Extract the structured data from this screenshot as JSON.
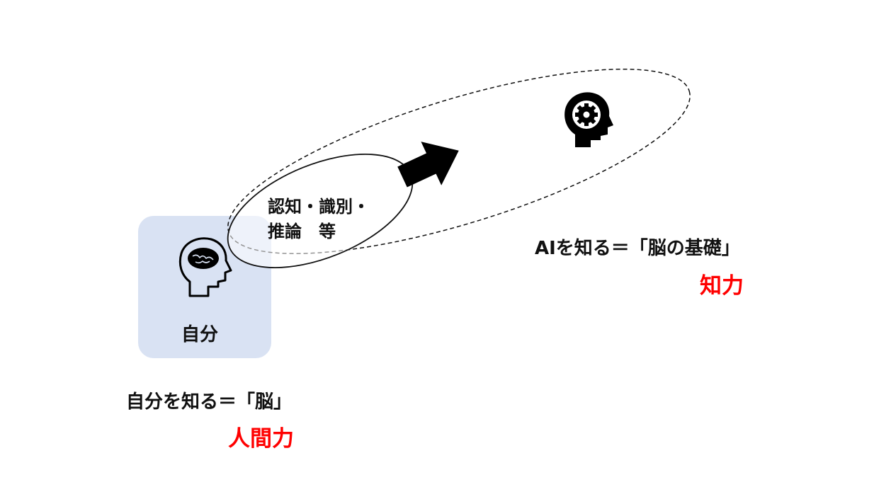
{
  "self_box": {
    "label": "自分",
    "fill": "#d9e2f3"
  },
  "inner_ellipse": {
    "line1": "認知・識別・",
    "line2": "推論　等"
  },
  "self_caption": {
    "title": "自分を知る＝「脳」",
    "keyword": "人間力"
  },
  "ai_caption": {
    "title": "AIを知る＝「脳の基礎」",
    "keyword": "知力"
  },
  "colors": {
    "accent": "#ff0000",
    "box": "#d9e2f3"
  }
}
